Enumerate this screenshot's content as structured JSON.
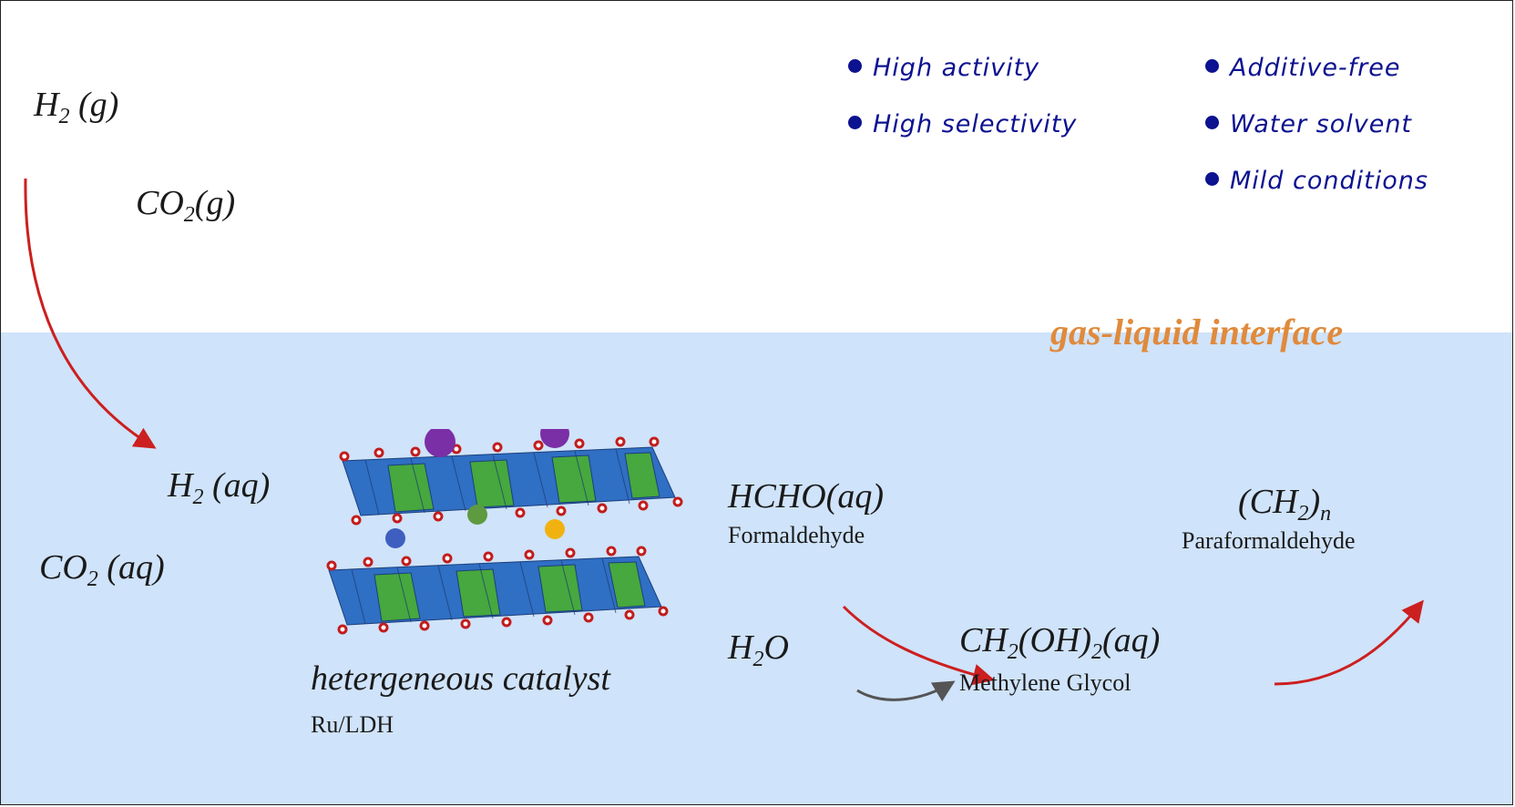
{
  "gas_phase": {
    "h2": "H",
    "h2_sub": "2",
    "h2_state": "(g)",
    "co2": "CO",
    "co2_sub": "2",
    "co2_state": "(g)"
  },
  "features": [
    "High activity",
    "High selectivity",
    "Additive-free",
    "Water solvent",
    "Mild conditions"
  ],
  "interface_label": "gas-liquid interface",
  "liquid_phase": {
    "h2": "H",
    "h2_sub": "2",
    "h2_state": "(aq)",
    "co2": "CO",
    "co2_sub": "2",
    "co2_state": "(aq)"
  },
  "catalyst": {
    "label": "hetergeneous catalyst",
    "name": "Ru/LDH"
  },
  "species": {
    "hcho": "HCHO(aq)",
    "hcho_name": "Formaldehyde",
    "water": "H",
    "water_sub": "2",
    "water_rest": "O",
    "glycol_a": "CH",
    "glycol_sub1": "2",
    "glycol_b": "(OH)",
    "glycol_sub2": "2",
    "glycol_c": "(aq)",
    "glycol_name": "Methylene Glycol",
    "para_a": "(CH",
    "para_sub": "2",
    "para_b": ")",
    "para_n": "n",
    "para_name": "Paraformaldehyde"
  },
  "colors": {
    "liquid": "#cfe3fa",
    "bullets": "#0d1290",
    "interface": "#e08a3c",
    "reaction_arrow": "#cc1f1f",
    "water_arrow": "#555555"
  }
}
